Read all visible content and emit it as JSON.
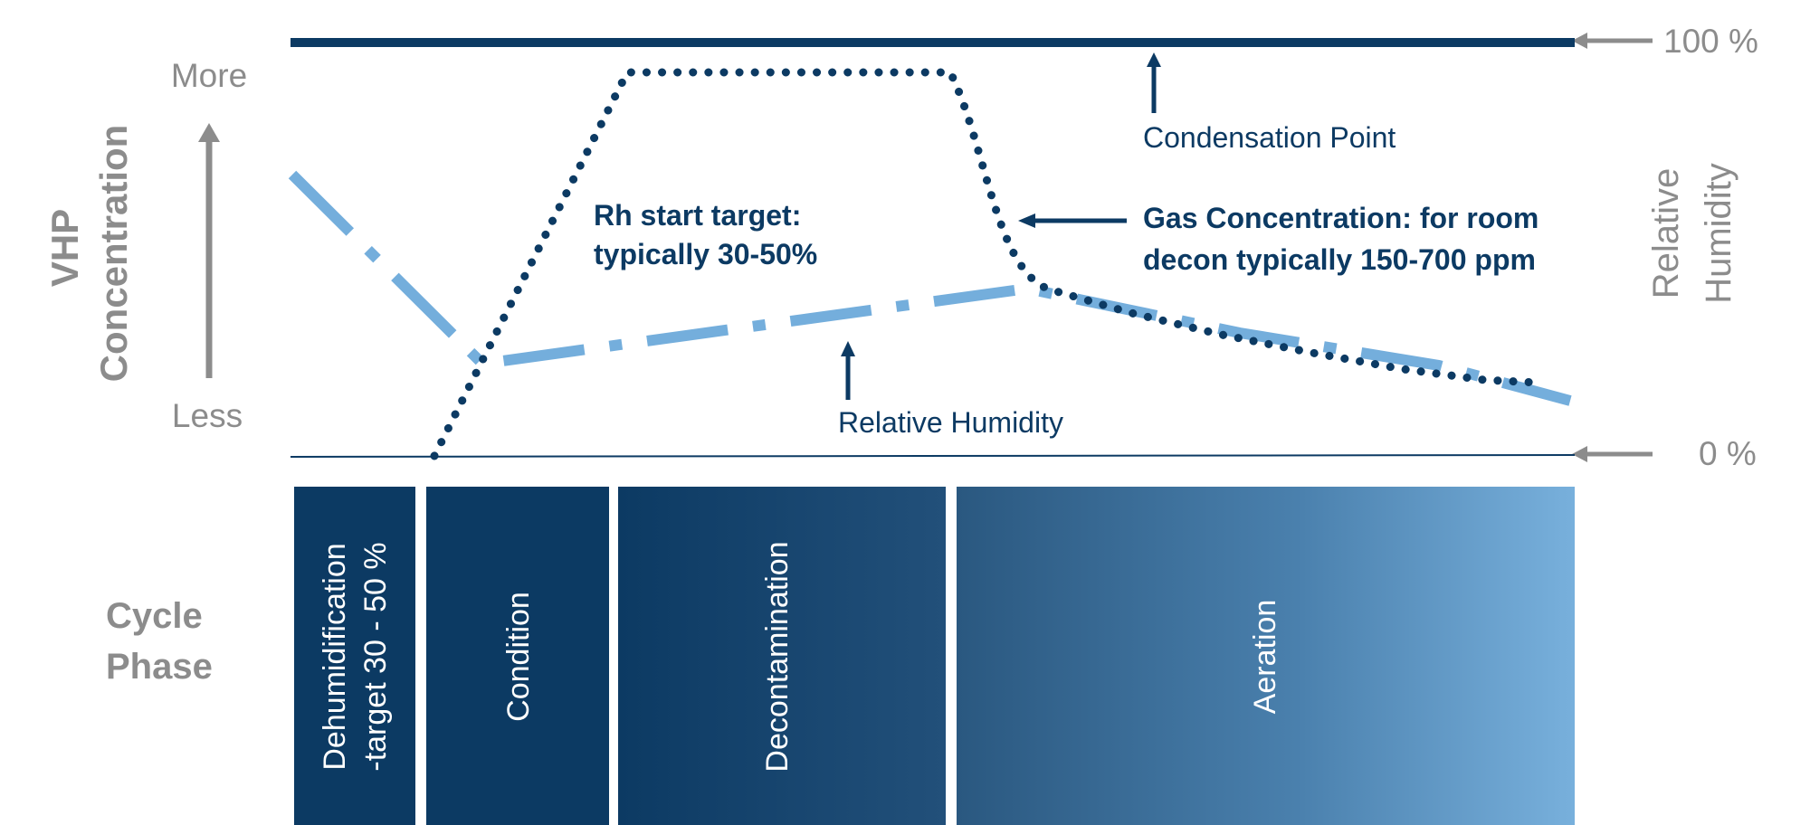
{
  "left_axis": {
    "title_line1": "VHP",
    "title_line2": "Concentration",
    "top_label": "More",
    "bottom_label": "Less"
  },
  "right_axis": {
    "title_line1": "Relative",
    "title_line2": "Humidity",
    "top_label": "100 %",
    "bottom_label": "0 %"
  },
  "annotations": {
    "condensation_point": "Condensation Point",
    "rh_start_line1": "Rh start target:",
    "rh_start_line2": "typically 30-50%",
    "gas_concentration_line1": "Gas Concentration: for room",
    "gas_concentration_line2": "decon typically 150-700 ppm",
    "relative_humidity": "Relative Humidity"
  },
  "cycle_phase": {
    "title_line1": "Cycle",
    "title_line2": "Phase",
    "phases": [
      {
        "line1": "Dehumidification",
        "line2": "-target 30 - 50 %"
      },
      {
        "line1": "Condition",
        "line2": ""
      },
      {
        "line1": "Decontamination",
        "line2": ""
      },
      {
        "line1": "Aeration",
        "line2": ""
      }
    ]
  },
  "colors": {
    "navy": "#0c3a63",
    "light_blue": "#74aedc",
    "grey": "#8c8c8c"
  }
}
